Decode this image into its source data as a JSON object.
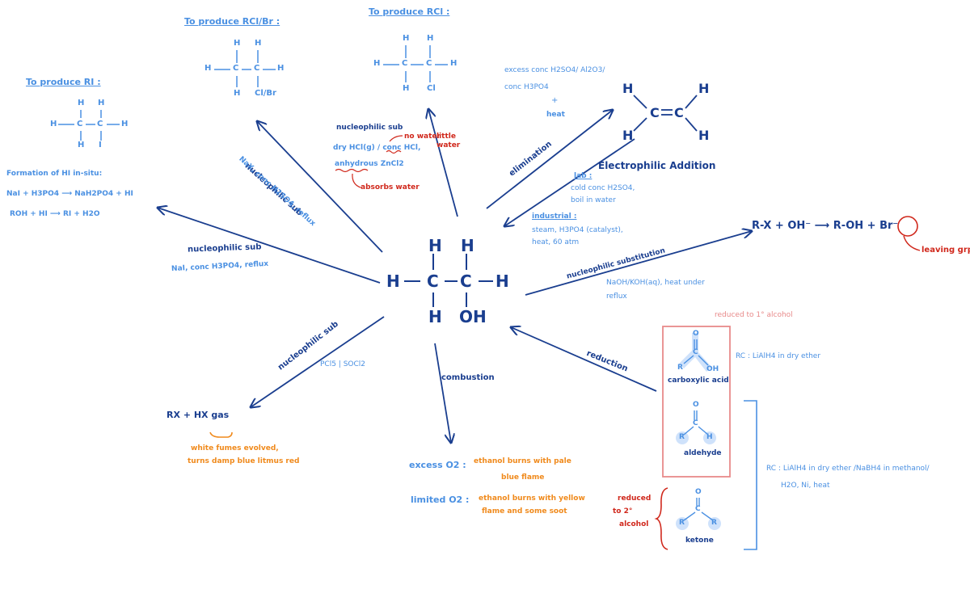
{
  "center": {
    "atoms": [
      "H",
      "C",
      "C",
      "H",
      "H",
      "H",
      "H",
      "OH"
    ]
  },
  "top_left": {
    "heading": "To produce RI :",
    "mol": {
      "tl": "H",
      "tr": "H",
      "l": "H",
      "c1": "C",
      "c2": "C",
      "r": "H",
      "bl": "H",
      "br": "I"
    },
    "line1": "Formation of HI in-situ:",
    "line2": "NaI + H3PO4 ⟶ NaH2PO4 + HI",
    "line3": "ROH + HI ⟶ RI + H2O",
    "arrow_label": "nucleophilic sub",
    "conditions": "NaI, conc H3PO4, reflux"
  },
  "top_mid": {
    "heading": "To produce RCl/Br :",
    "mol": {
      "tl": "H",
      "tr": "H",
      "l": "H",
      "c1": "C",
      "c2": "C",
      "r": "H",
      "bl": "H",
      "br": "Cl/Br"
    },
    "arrow_label": "nucleophilic sub",
    "conditions": "NaX, conc H2SO4, reflux"
  },
  "top_center": {
    "heading": "To produce RCl :",
    "mol": {
      "tl": "H",
      "tr": "H",
      "l": "H",
      "c1": "C",
      "c2": "C",
      "r": "H",
      "bl": "H",
      "br": "Cl"
    },
    "arrow_label": "nucleophilic sub",
    "conditions_1": "dry HCl(g) / conc HCl,",
    "conditions_2": "anhydrous ZnCl2",
    "note_red_1": "no water",
    "note_red_2": "little water",
    "note_red_3": "absorbs water"
  },
  "alkene": {
    "conditions_1": "excess conc H2SO4/ Al2O3/",
    "conditions_2": "conc H3PO4",
    "conditions_3": "+",
    "conditions_4": "heat",
    "arrow_label": "elimination",
    "mol": {
      "h1": "H",
      "h2": "H",
      "h3": "H",
      "h4": "H",
      "c1": "C",
      "c2": "C"
    },
    "addition_label": "Electrophilic Addition",
    "lab_head": "lab :",
    "lab_1": "cold conc H2SO4,",
    "lab_2": "boil in water",
    "ind_head": "industrial :",
    "ind_1": "steam, H3PO4 (catalyst),",
    "ind_2": "heat, 60 atm"
  },
  "substitution": {
    "equation": "R-X + OH⁻ ⟶ R-OH + Br⁻",
    "note": "leaving grp",
    "arrow_label": "nucleophilic substitution",
    "conditions_1": "NaOH/KOH(aq), heat under",
    "conditions_2": "reflux"
  },
  "reduction": {
    "arrow_label": "reduction",
    "top_note": "reduced to 1° alcohol",
    "acid_label": "carboxylic acid",
    "acid_cond": "RC : LiAlH4 in dry ether",
    "aldehyde_label": "aldehyde",
    "ketone_label": "ketone",
    "rc_cond_1": "RC : LiAlH4 in dry ether /NaBH4 in methanol/",
    "rc_cond_2": "H2O, Ni, heat",
    "red_note_1": "reduced",
    "red_note_2": "to 2°",
    "red_note_3": "alcohol",
    "atom_o": "O",
    "atom_c": "C",
    "atom_r": "R",
    "atom_oh": "OH",
    "atom_h": "H"
  },
  "bottom_left": {
    "arrow_label": "nucleophilic sub",
    "conditions": "PCl5 | SOCl2",
    "product": "RX + HX gas",
    "note_1": "white fumes evolved,",
    "note_2": "turns damp blue litmus red"
  },
  "combustion": {
    "arrow_label": "combustion",
    "excess_head": "excess O2 :",
    "excess_1": "ethanol burns with pale",
    "excess_2": "blue flame",
    "limited_head": "limited O2 :",
    "limited_1": "ethanol burns with yellow",
    "limited_2": "flame and some soot"
  },
  "colors": {
    "dark_blue": "#1a3e8f",
    "light_blue": "#4a90e2",
    "orange": "#f08a1c",
    "red": "#d0281c",
    "pink": "#e88a8a"
  }
}
